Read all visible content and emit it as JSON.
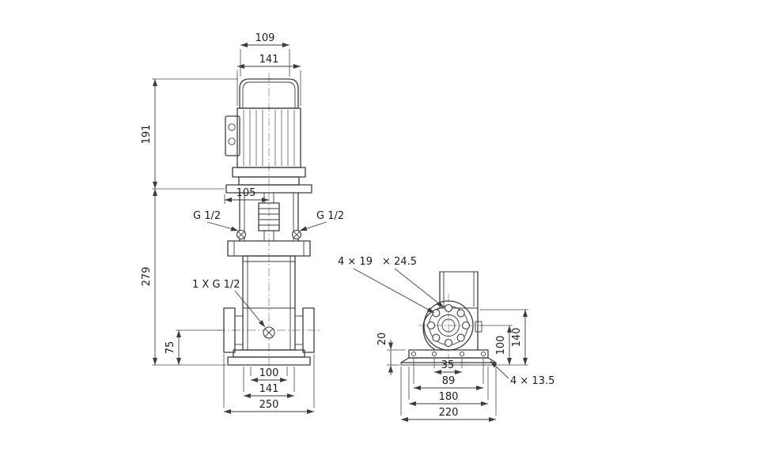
{
  "front_view": {
    "dim_109": "109",
    "dim_141_top": "141",
    "dim_191": "191",
    "dim_105": "105",
    "dim_279": "279",
    "dim_75": "75",
    "dim_100": "100",
    "dim_141_bottom": "141",
    "dim_250": "250",
    "label_port_left": "G 1/2",
    "label_port_right": "G 1/2",
    "label_drain": "1 X G 1/2"
  },
  "side_view": {
    "label_flange_holes": "4 × 19",
    "label_flange_holes_2": "× 24.5",
    "label_base_holes": "4 × 13.5",
    "dim_20": "20",
    "dim_100": "100",
    "dim_140": "140",
    "dim_35": "35",
    "dim_89": "89",
    "dim_180": "180",
    "dim_220": "220"
  },
  "colors": {
    "line": "#3b3b3b",
    "text": "#1c1c1c",
    "background": "#ffffff"
  }
}
